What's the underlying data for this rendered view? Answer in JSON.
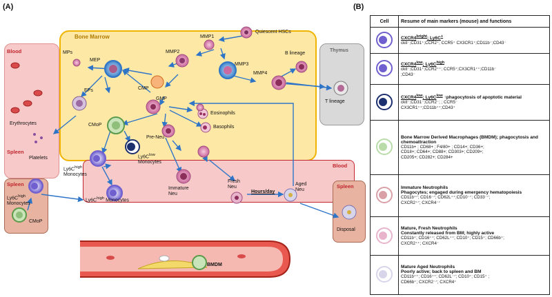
{
  "panel_a": {
    "label": "(A)",
    "regions": {
      "bone_marrow": "Bone Marrow",
      "blood_left": "Blood",
      "spleen_left": "Spleen",
      "blood_center": "Blood",
      "spleen_bottom_left": "Spleen",
      "thymus": "Thymus",
      "spleen_right": "Spleen"
    },
    "cells": {
      "quiescent_hscs": "Quiescent HSCs",
      "mmp1": "MMP1",
      "mmp2": "MMP2",
      "mmp3": "MMP3",
      "mmp4": "MMP4",
      "b_lineage": "B lineage",
      "t_lineage": "T lineage",
      "mps": "MPs",
      "mep": "MEP",
      "eps": "EPs",
      "cmp": "CMP",
      "gmp": "GMP",
      "eosinophils": "Eosinophils",
      "basophils": "Basophils",
      "cmop": "CMoP",
      "pre_neu": "Pre-Neu",
      "erythrocytes": "Erythrocytes",
      "platelets": "Platelets",
      "ly6c_high_mono_main": "Monocytes",
      "ly6c_low_mono": "Monocytes",
      "immature_neu": "Immature Neu",
      "fresh_neu": "Fresh Neu",
      "hours_day": "Hours/day",
      "aged_neu": "Aged Neu",
      "ly6c_high_mono_lower": "Monocytes",
      "ly6c_high_mono_spleen": "Monocytes",
      "cmop_spleen": "CMoP",
      "disposal": "Disposal",
      "bmdm": "BMDM"
    },
    "ly6c_prefix": "Ly6C",
    "sup_high": "high",
    "sup_low": "low"
  },
  "panel_b": {
    "label": "(B)",
    "headers": {
      "cell": "Cell",
      "resume": "Resume of main markers (mouse) and functions"
    },
    "rows": [
      {
        "title_parts": [
          "CXCR4",
          "bright",
          "; Ly6C",
          "+"
        ],
        "lines": [
          "ckit⁻;CD31⁺;CCR2⁺; CCR5⁺ CX3CR1⁺;CD11b⁻;CD43⁻"
        ],
        "cell_color": "#6f5fcf"
      },
      {
        "title_parts": [
          "CXCR4",
          "low",
          "; Ly6C",
          "high"
        ],
        "lines": [
          "ckit⁻;CD31⁺;CCR2⁺⁺; CCR5⁺;CX3CR1⁺⁺;CD11b⁻",
          ";CD43⁻"
        ],
        "cell_color": "#6f5fcf"
      },
      {
        "title_parts": [
          "CXCR4",
          "low",
          "; Ly6C",
          "low"
        ],
        "title_tail": " ↑phagocytosis of apoptotic material",
        "lines": [
          "ckit⁻;CD31⁻;CCR2⁻; ; CCR5⁻",
          "CX3CR1⁺⁺;CD11b⁺⁺;CD43⁺"
        ],
        "cell_color": "#1c2f6e"
      },
      {
        "title_parts": [
          "Bone Marrow Derived Macrophages (BMDM); phagocytosis and chemoattraction"
        ],
        "lines": [
          "CD11b+ ; CD68+ ; F4/80+ ; CD14+; CD36+;",
          "CD18+; CD64+; CD88+; CD303+; CD209+;",
          "CD205+; CD282+; CD284+"
        ],
        "cell_color": "#b9dca8"
      },
      {
        "title_parts": [
          "Immature Neutrophils"
        ],
        "title_extra": "Phagocytes; engaged during emergency hematopoiesis",
        "lines": [
          "CD11b⁺ᐟ; CD16⁻ᐟ; CD62L⁺⁺;CD10⁻ᐟ; CD33⁻ᐟ;",
          "CXCR2⁺ᐟ; CXCR4⁻ᐟ"
        ],
        "cell_color": "#d9a0a8"
      },
      {
        "title_parts": [
          "Mature, Fresh Neutrophils"
        ],
        "title_extra": "Constantly released from BM; highly active",
        "lines": [
          "CD11b⁺; CD16⁺⁺; CD62L⁺⁺; CD10⁺; CD15⁺; CD66b⁺;",
          "CXCR2⁺⁺; CXCR4⁻"
        ],
        "cell_color": "#e8b4cc"
      },
      {
        "title_parts": [
          "Mature Aged Neutrophils"
        ],
        "title_extra": "Poorly active; back to spleen and BM",
        "lines": [
          "CD11b⁺⁺; CD16⁺⁺; CD62L⁻ᐟ; CD10⁺; CD15⁺ ;",
          "CD66b⁺; CXCR2⁻ᐟ; CXCR4⁺"
        ],
        "cell_color": "#d8d4ea"
      }
    ]
  },
  "colors": {
    "bone_marrow_fill": "#fde8a6",
    "bone_marrow_stroke": "#f0b400",
    "blood_fill": "#f7c9c9",
    "blood_stroke": "#c0262d",
    "spleen_fill": "#e8b3a0",
    "thymus_fill": "#d9d9d9",
    "arrow": "#2e75c8",
    "label_red": "#c0262d"
  }
}
